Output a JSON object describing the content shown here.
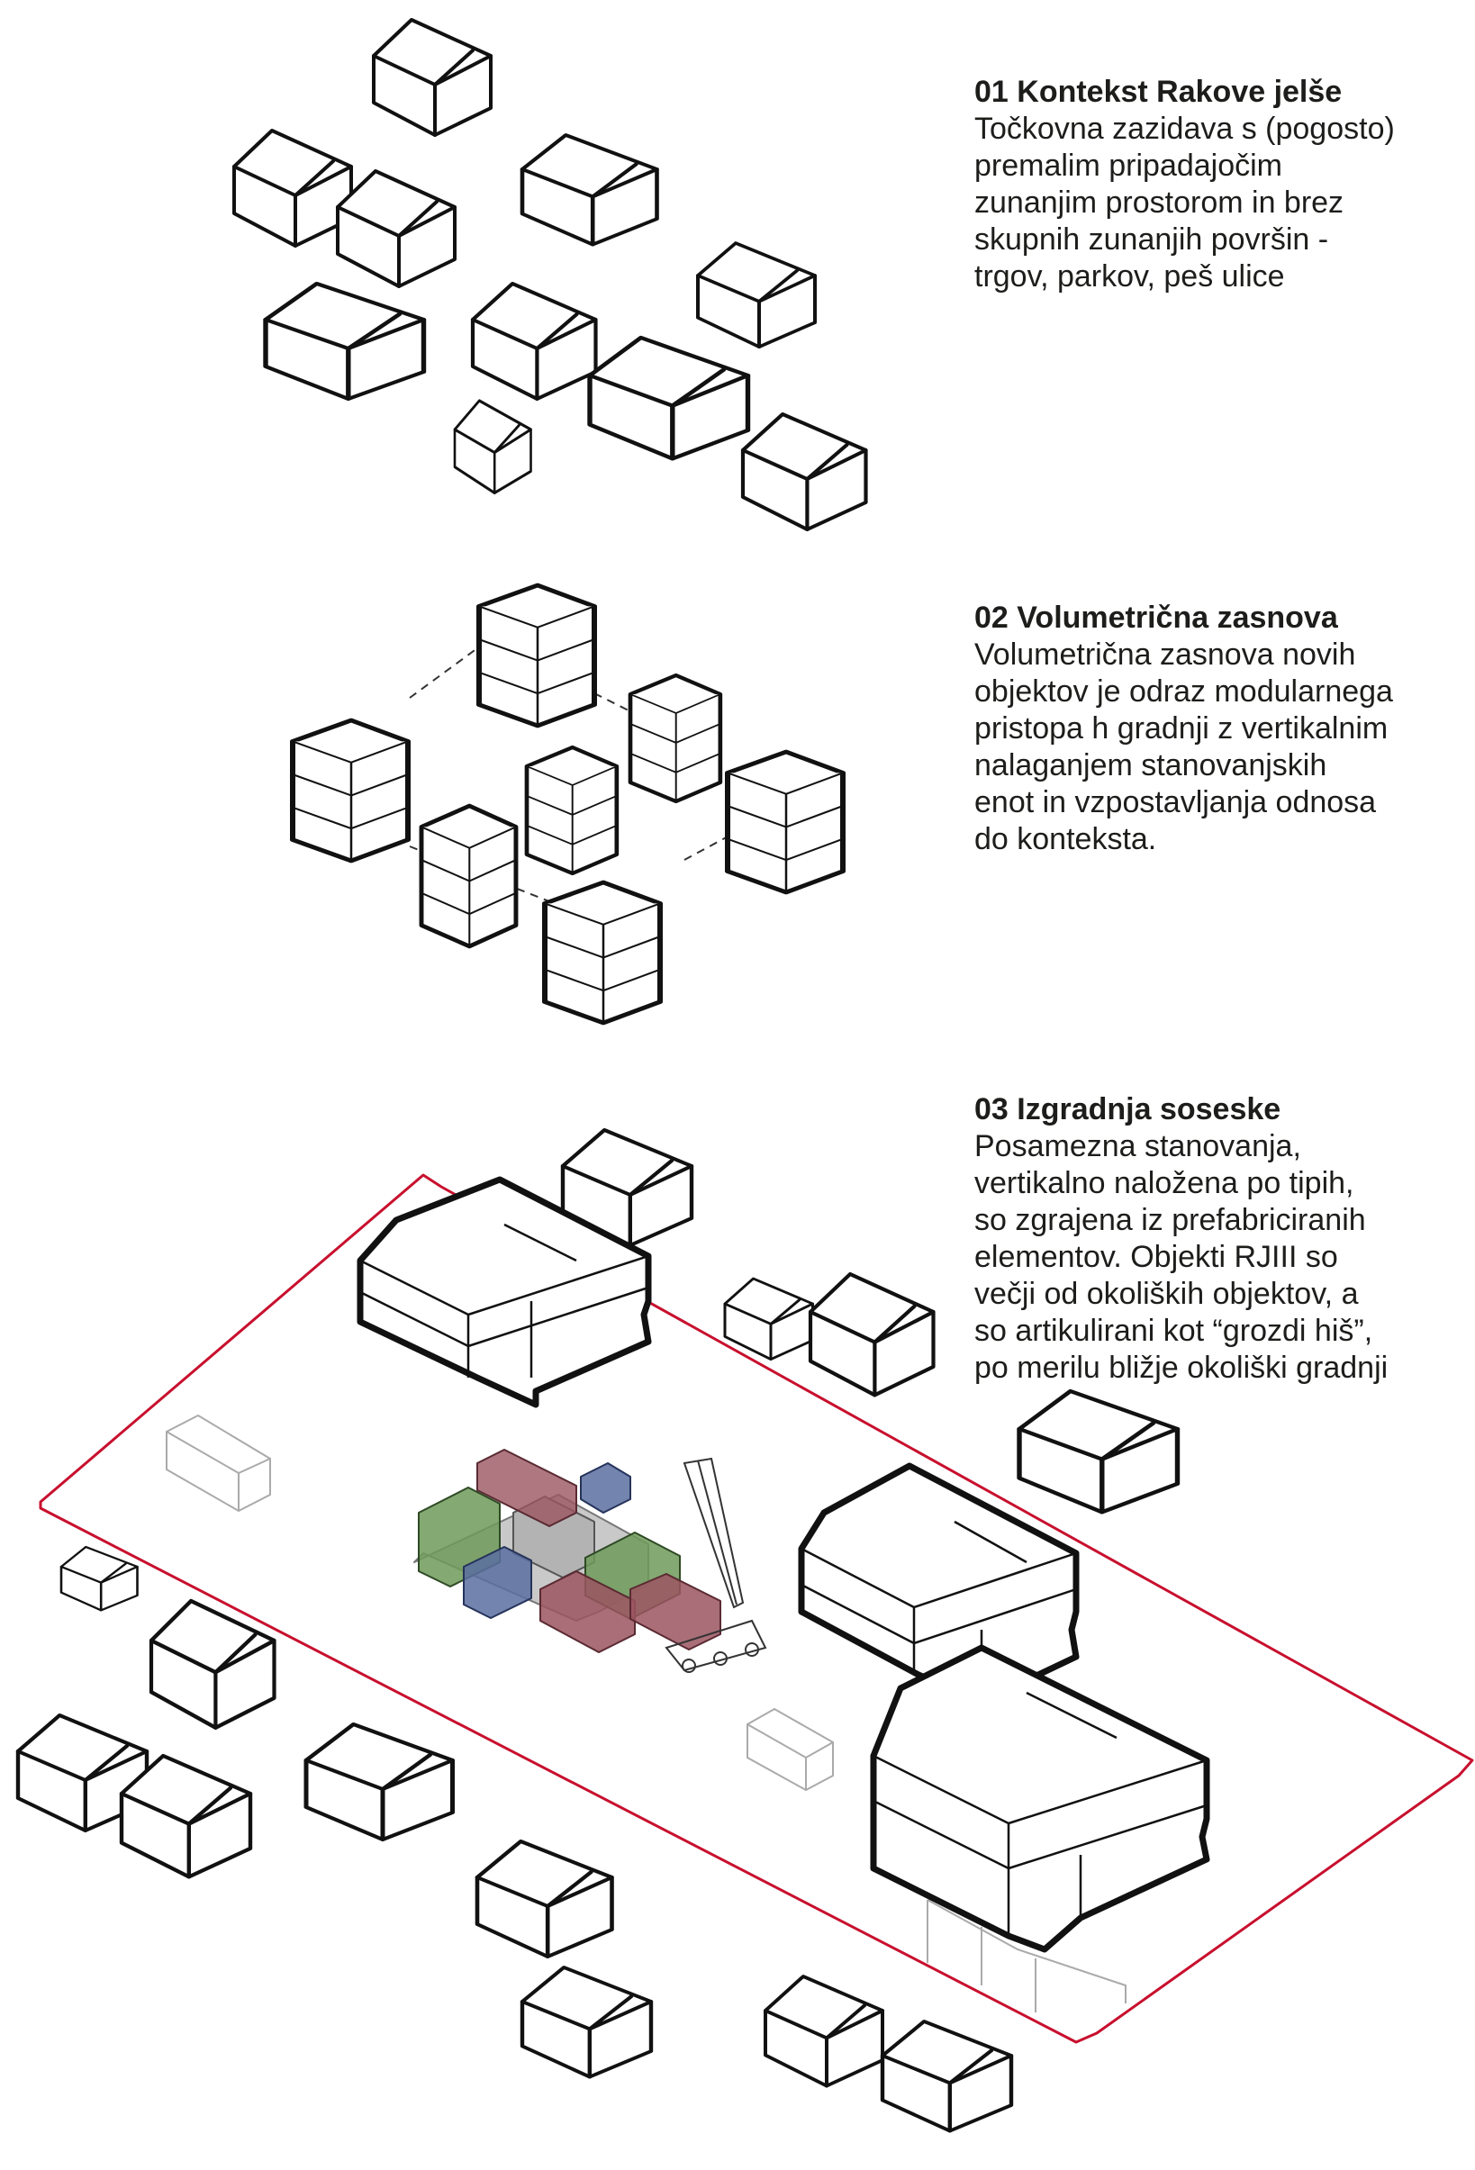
{
  "sections": [
    {
      "title": "01 Kontekst Rakove jelše",
      "body": "Točkovna zazidava s (pogosto)\npremalim pripadajočim\nzunanjim prostorom in brez\nskupnih zunanjih površin -\ntrgov, parkov, peš ulice"
    },
    {
      "title": "02 Volumetrična zasnova",
      "body": "Volumetrična zasnova novih\nobjektov je odraz modularnega\npristopa h gradnji z vertikalnim\nnalaganjem stanovanjskih\nenot in vzpostavljanja odnosa\ndo konteksta."
    },
    {
      "title": "03 Izgradnja soseske",
      "body": "Posamezna stanovanja,\nvertikalno naložena po tipih,\nso zgrajena iz prefabriciranih\nelementov. Objekti RJIII so\nvečji od okoliških objektov, a\nso artikulirani kot “grozdi hiš”,\npo merilu bližje okoliški gradnji"
    }
  ],
  "colors": {
    "site_boundary": "#c8102e",
    "module_green": "#6e9a5a",
    "module_red": "#9b5560",
    "module_blue": "#5a6fa0",
    "module_grey": "#b3b3b3"
  }
}
